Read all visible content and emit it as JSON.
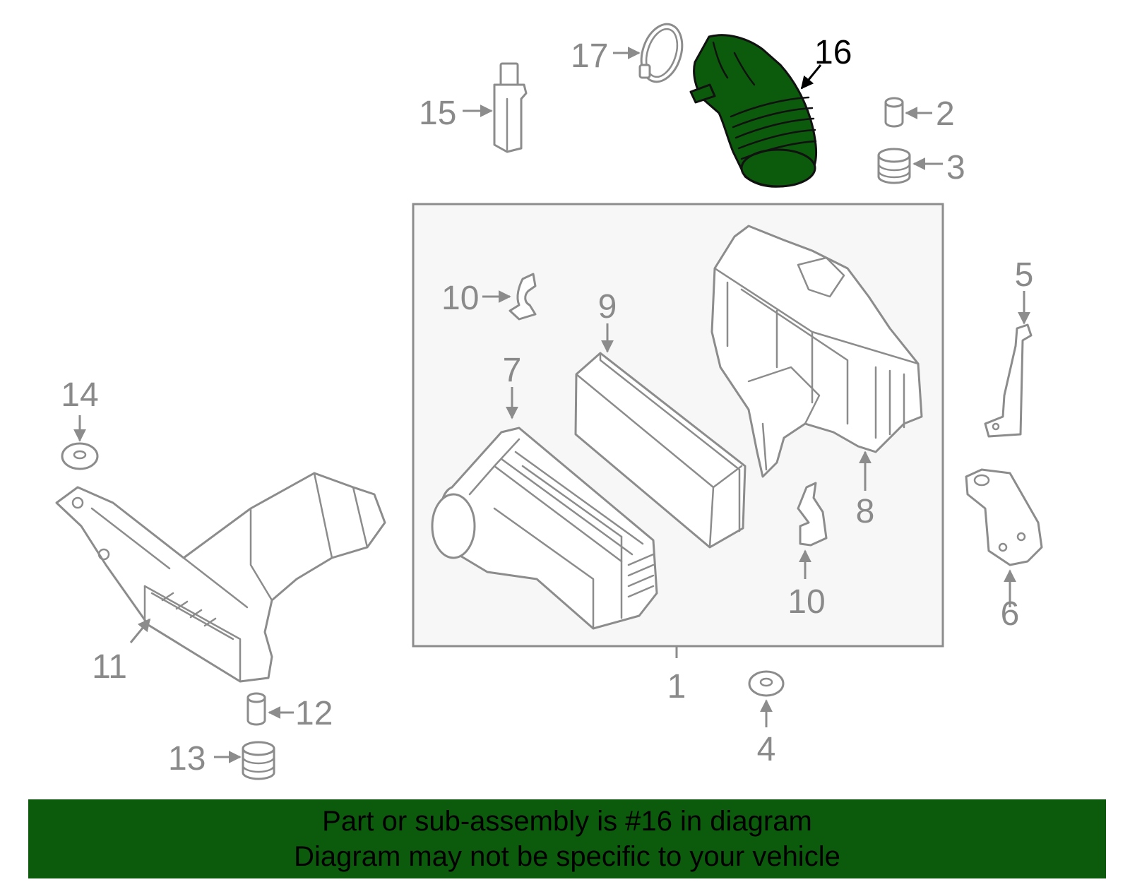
{
  "callouts": {
    "c1": "1",
    "c2": "2",
    "c3": "3",
    "c4": "4",
    "c5": "5",
    "c6": "6",
    "c7": "7",
    "c8": "8",
    "c9": "9",
    "c10a": "10",
    "c10b": "10",
    "c11": "11",
    "c12": "12",
    "c13": "13",
    "c14": "14",
    "c15": "15",
    "c16": "16",
    "c17": "17"
  },
  "highlighted_part": "16",
  "colors": {
    "highlight": "#0c5a0c",
    "line": "#8c8c8c",
    "box": "#f7f7f7"
  },
  "banner": {
    "line1": "Part or sub-assembly is #16 in diagram",
    "line2": "Diagram may not be specific to your vehicle"
  }
}
